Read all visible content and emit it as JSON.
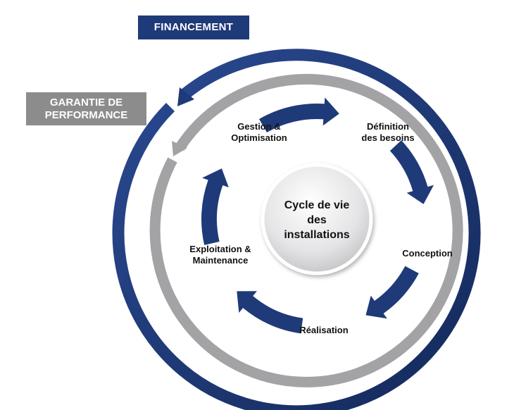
{
  "outer_rings": {
    "financing": {
      "label": "FINANCEMENT",
      "color": "#1f3a78"
    },
    "performance_guarantee": {
      "label": "GARANTIE DE PERFORMANCE",
      "line1": "GARANTIE DE",
      "line2": "PERFORMANCE",
      "color": "#8c8c8c"
    }
  },
  "center": {
    "line1": "Cycle de vie",
    "line2": "des",
    "line3": "installations"
  },
  "cycle_steps": [
    {
      "line1": "Définition",
      "line2": "des besoins"
    },
    {
      "line1": "Conception",
      "line2": ""
    },
    {
      "line1": "Réalisation",
      "line2": ""
    },
    {
      "line1": "Exploitation &",
      "line2": "Maintenance"
    },
    {
      "line1": "Gestion &",
      "line2": "Optimisation"
    }
  ],
  "colors": {
    "arrow_blue": "#1f3a78",
    "ring_gray": "#a3a3a6",
    "ring_blue": "#1e3a7a"
  }
}
